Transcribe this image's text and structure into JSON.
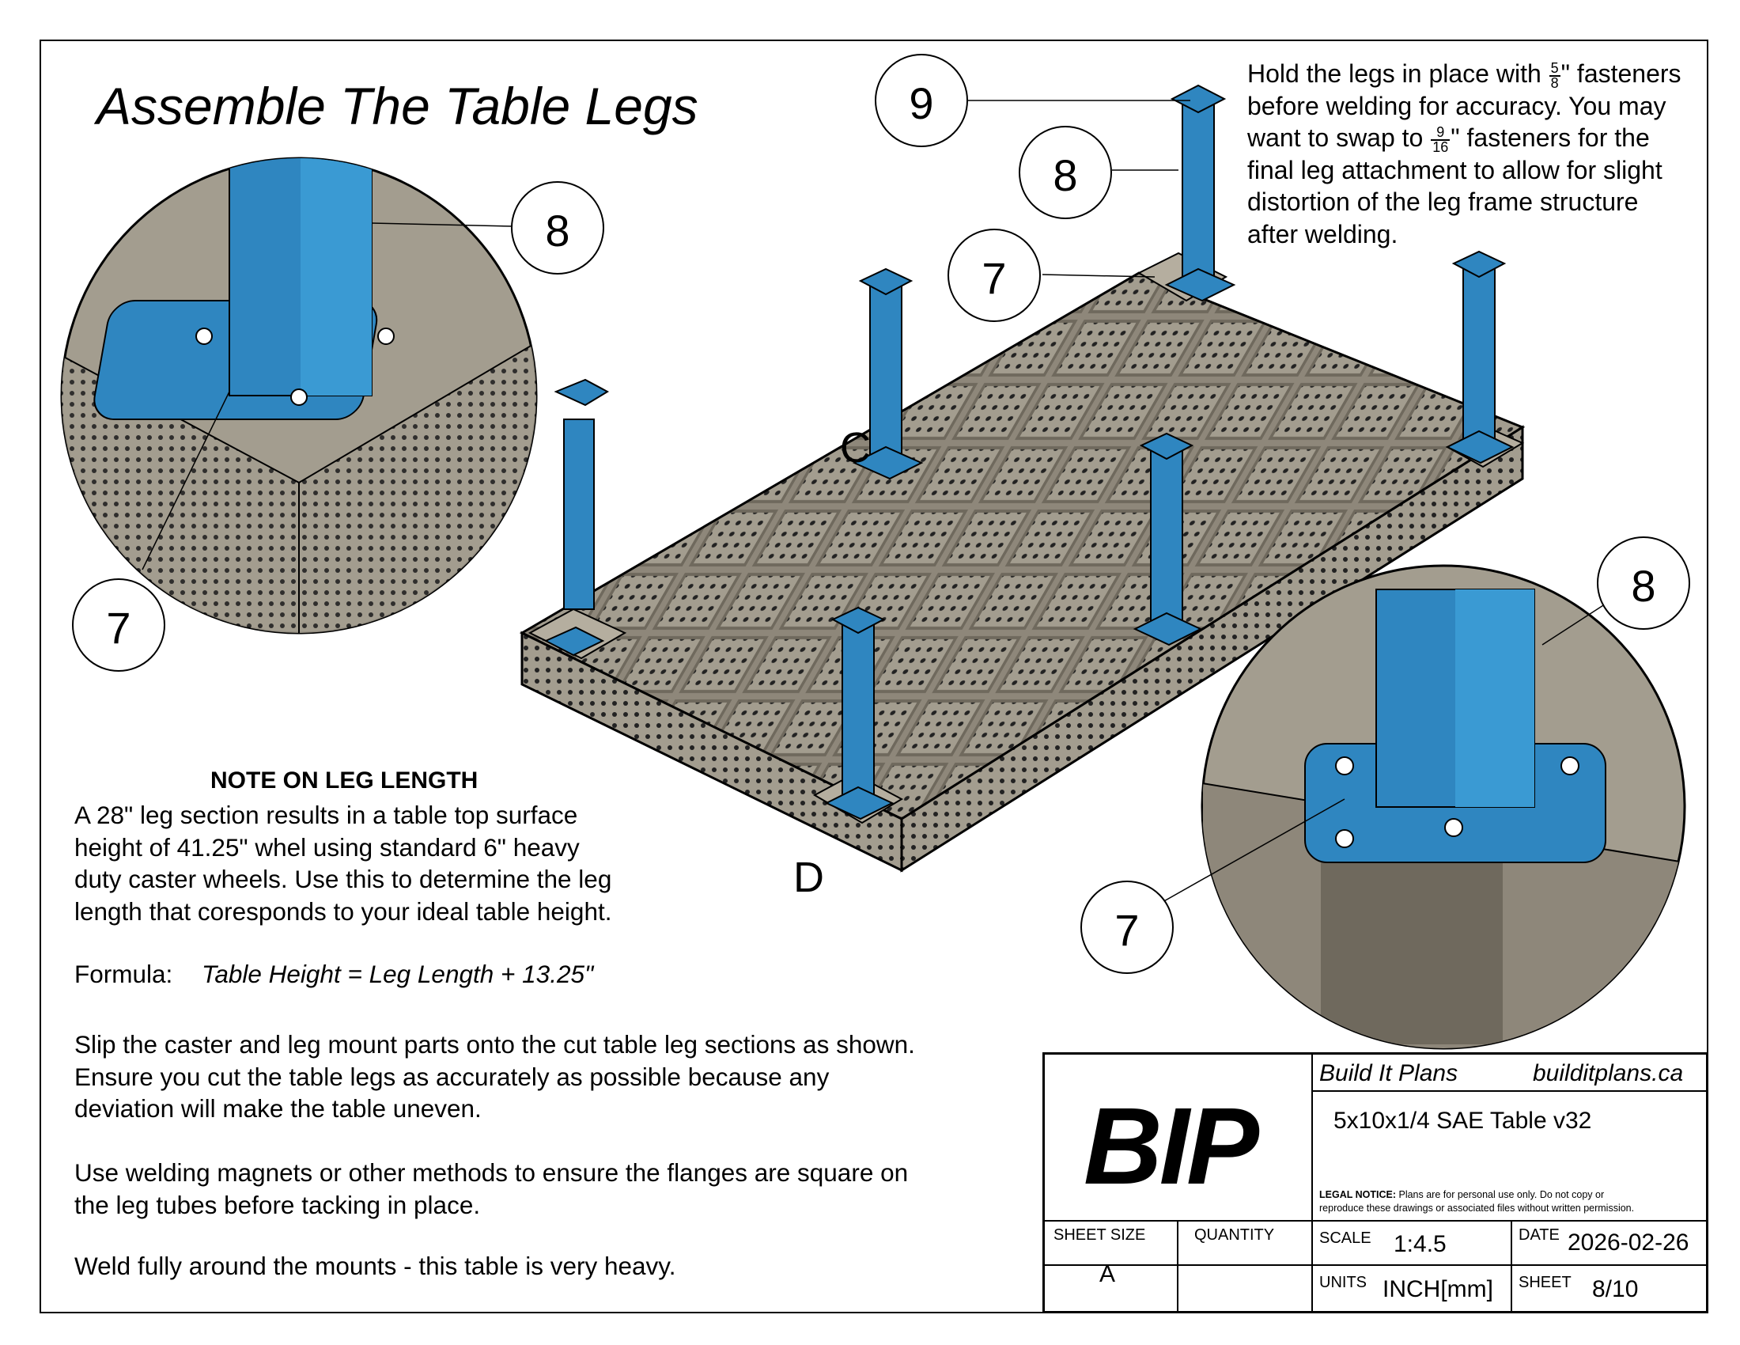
{
  "page": {
    "title": "Assemble The Table Legs"
  },
  "callouts": {
    "c9": "9",
    "c8_top": "8",
    "c7_top": "7",
    "c8_left": "8",
    "c7_left": "7",
    "c8_right": "8",
    "c7_right": "7",
    "view_c": "C",
    "view_d": "D"
  },
  "fastener_note": {
    "l1_a": "Hold the legs in place with ",
    "l1_frac_num": "5",
    "l1_frac_den": "8",
    "l1_b": "\" fasteners",
    "l2": "before welding for accuracy. You may",
    "l3_a": "want to swap to ",
    "l3_frac_num": "9",
    "l3_frac_den": "16",
    "l3_b": "\" fasteners for the",
    "l4": "final leg attachment to allow for slight",
    "l5": "distortion of the leg frame structure",
    "l6": "after welding."
  },
  "leg_note": {
    "heading": "NOTE ON LEG LENGTH",
    "l1": "A 28\" leg section results in a table top surface",
    "l2": "height of 41.25\" whel using standard 6\" heavy",
    "l3": "duty caster wheels. Use this to determine the leg",
    "l4": "length that coresponds to your ideal table height.",
    "formula_label": "Formula:",
    "formula": "Table Height = Leg Length + 13.25\""
  },
  "instructions": {
    "p1_l1": "Slip the caster and leg mount parts onto the cut table leg sections as shown.",
    "p1_l2": "Ensure you cut the table legs as accurately as possible because any",
    "p1_l3": "deviation will make the table uneven.",
    "p2_l1": "Use welding magnets or other methods to ensure the flanges are square on",
    "p2_l2": "the leg tubes before tacking in place.",
    "p3_l1": "Weld fully around the mounts - this table is very heavy."
  },
  "title_block": {
    "logo": "BIP",
    "company": "Build It Plans",
    "website": "builditplans.ca",
    "drawing_name": "5x10x1/4 SAE Table v32",
    "legal_label": "LEGAL NOTICE:",
    "legal_text_1": "Plans are for personal use only. Do not copy or",
    "legal_text_2": "reproduce these drawings or associated files without written permission.",
    "sheet_size_label": "SHEET SIZE",
    "sheet_size": "A",
    "quantity_label": "QUANTITY",
    "quantity": "",
    "scale_label": "SCALE",
    "scale": "1:4.5",
    "date_label": "DATE",
    "date": "2026-02-26",
    "units_label": "UNITS",
    "units": "INCH[mm]",
    "sheet_label": "SHEET",
    "sheet": "8/10"
  },
  "colors": {
    "leg_blue": "#2f86c0",
    "plate_tan": "#a39d8f",
    "frame_black": "#000000"
  }
}
